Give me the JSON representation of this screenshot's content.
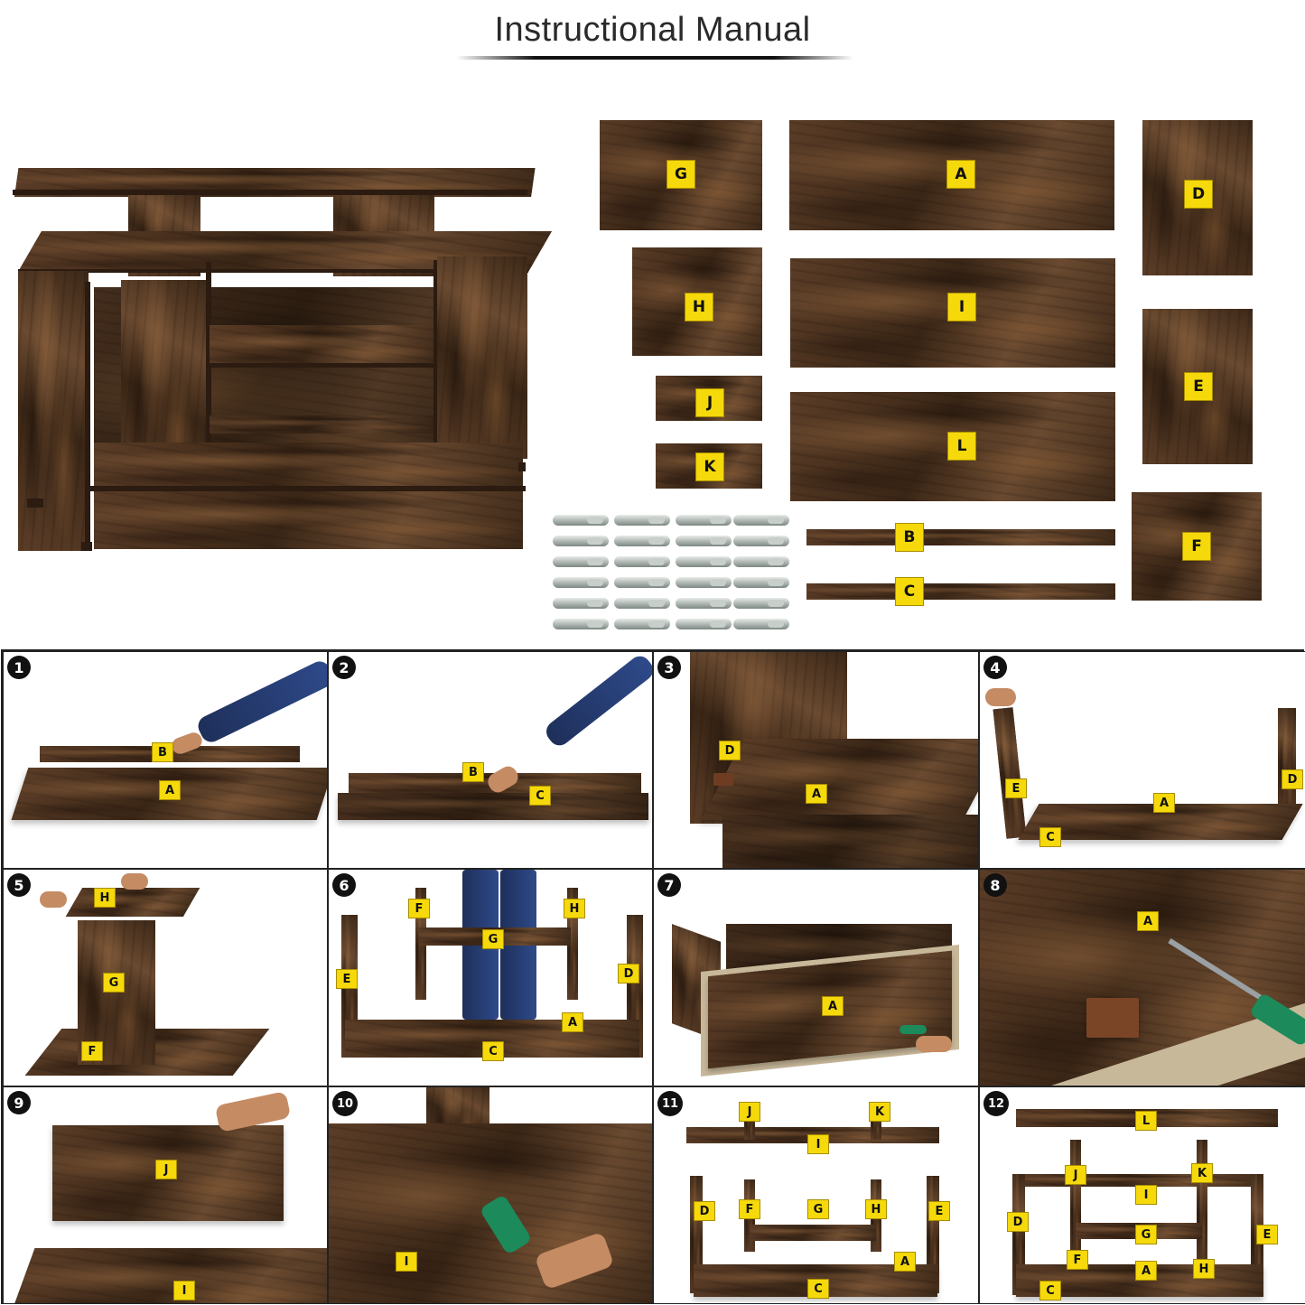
{
  "title": "Instructional Manual",
  "parts": {
    "G": "G",
    "A": "A",
    "D": "D",
    "H": "H",
    "I": "I",
    "E": "E",
    "J": "J",
    "K": "K",
    "L": "L",
    "B": "B",
    "C": "C",
    "F": "F"
  },
  "steps": [
    {
      "number": "1",
      "labels": [
        "B",
        "A"
      ]
    },
    {
      "number": "2",
      "labels": [
        "B",
        "C"
      ]
    },
    {
      "number": "3",
      "labels": [
        "D",
        "A"
      ]
    },
    {
      "number": "4",
      "labels": [
        "E",
        "A",
        "D",
        "C"
      ]
    },
    {
      "number": "5",
      "labels": [
        "H",
        "G",
        "F"
      ]
    },
    {
      "number": "6",
      "labels": [
        "F",
        "H",
        "G",
        "E",
        "D",
        "A",
        "C"
      ]
    },
    {
      "number": "7",
      "labels": [
        "A"
      ]
    },
    {
      "number": "8",
      "labels": [
        "A"
      ]
    },
    {
      "number": "9",
      "labels": [
        "J",
        "I"
      ]
    },
    {
      "number": "10",
      "labels": [
        "I"
      ]
    },
    {
      "number": "11",
      "labels": [
        "J",
        "K",
        "I",
        "D",
        "F",
        "G",
        "H",
        "E",
        "A",
        "C"
      ]
    },
    {
      "number": "12",
      "labels": [
        "L",
        "J",
        "K",
        "I",
        "D",
        "G",
        "E",
        "F",
        "A",
        "H",
        "C"
      ]
    }
  ],
  "colors": {
    "label_bg": "#f5d90a",
    "wood_dark": "#3a2616",
    "wood_light": "#6a4a30",
    "grid_border": "#222222"
  },
  "hardware": {
    "bolt_count": 24
  }
}
